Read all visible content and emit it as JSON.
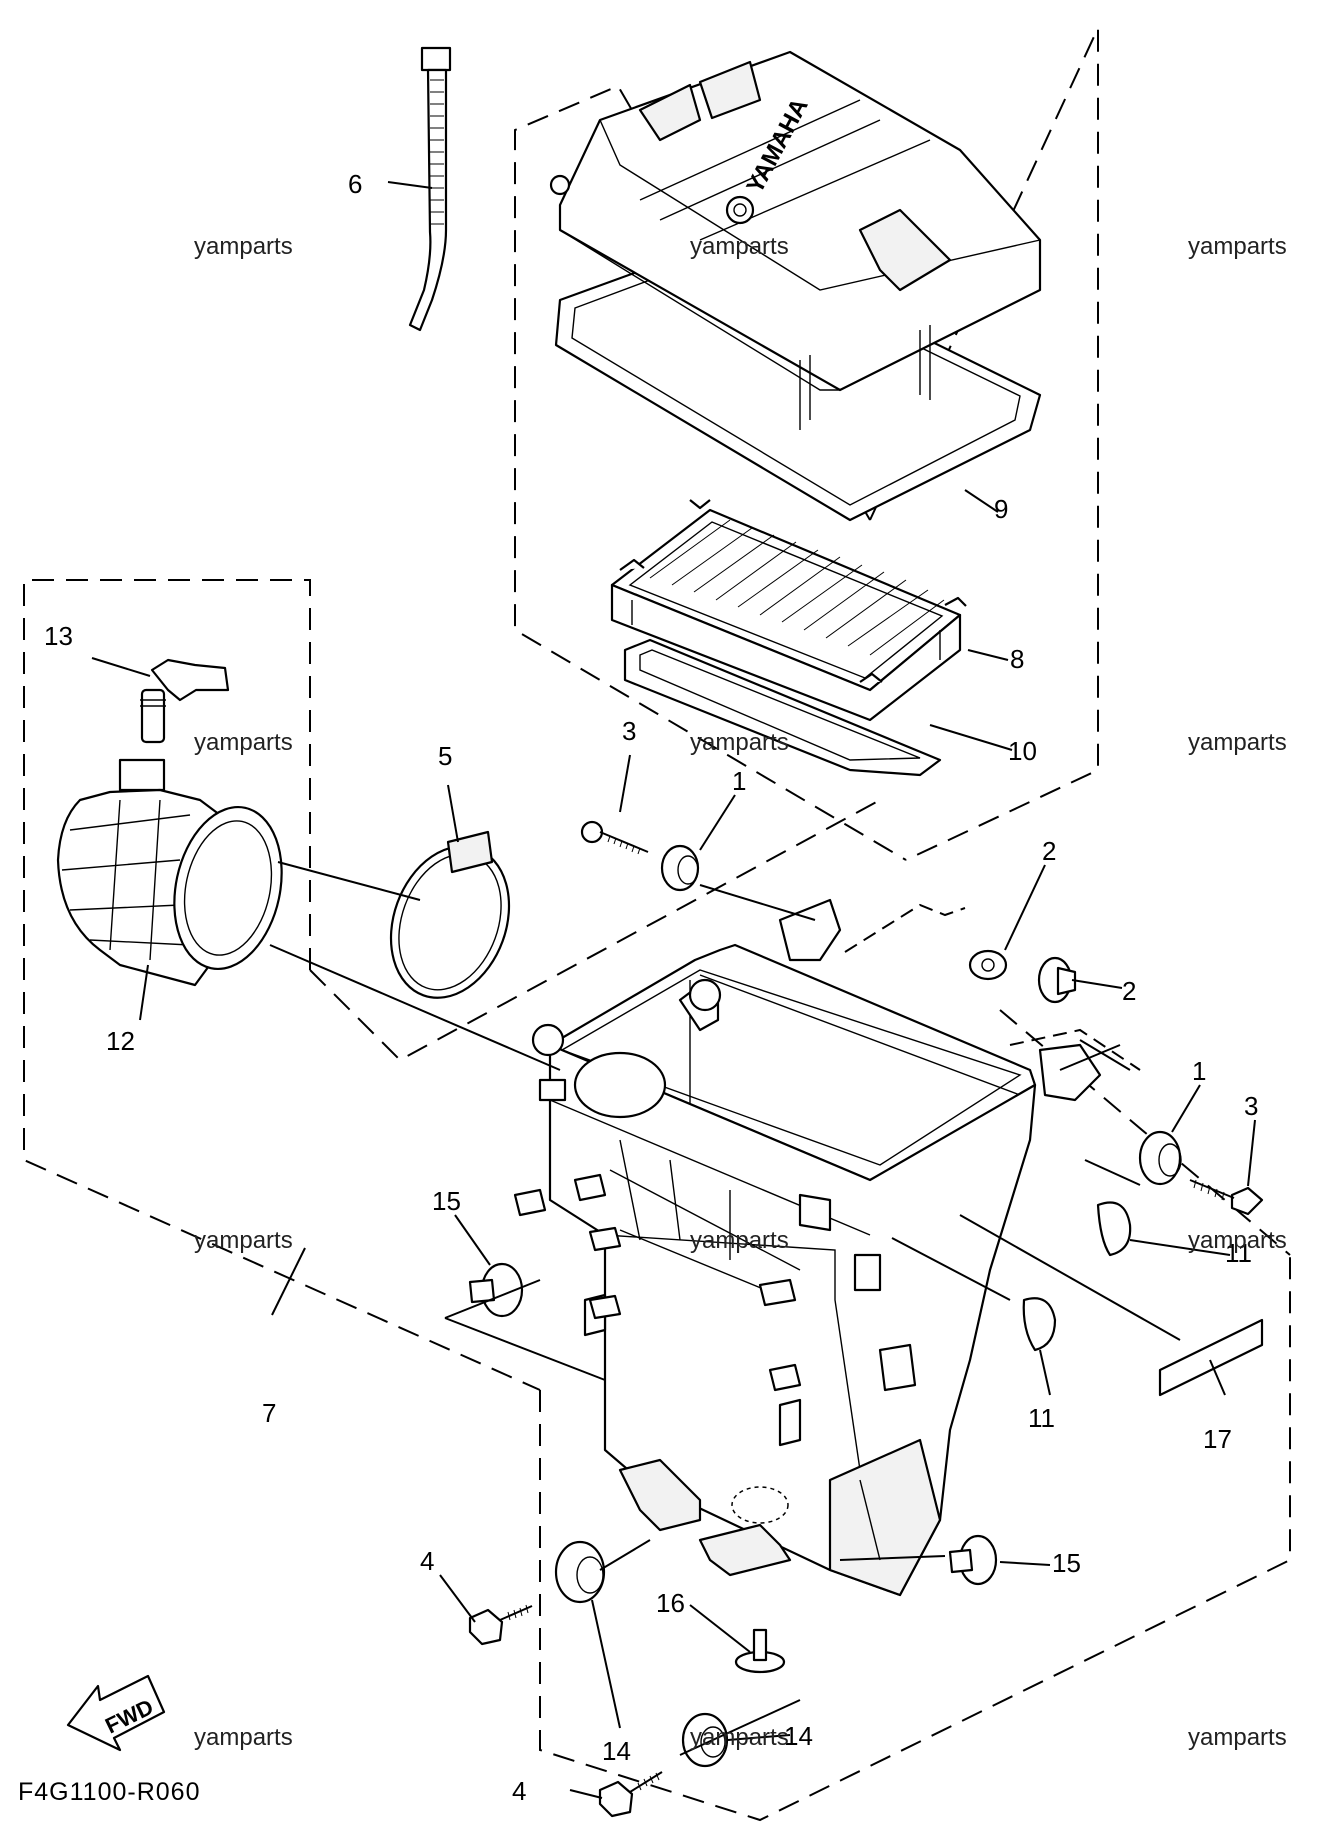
{
  "diagram_code": "F4G1100-R060",
  "fwd_label": "FWD",
  "brand_text": "YAMAHA",
  "watermark": "yamparts",
  "part_numbers": [
    "1",
    "1",
    "2",
    "2",
    "3",
    "3",
    "4",
    "4",
    "5",
    "6",
    "7",
    "8",
    "9",
    "10",
    "11",
    "11",
    "12",
    "13",
    "14",
    "14",
    "15",
    "15",
    "16",
    "17"
  ]
}
